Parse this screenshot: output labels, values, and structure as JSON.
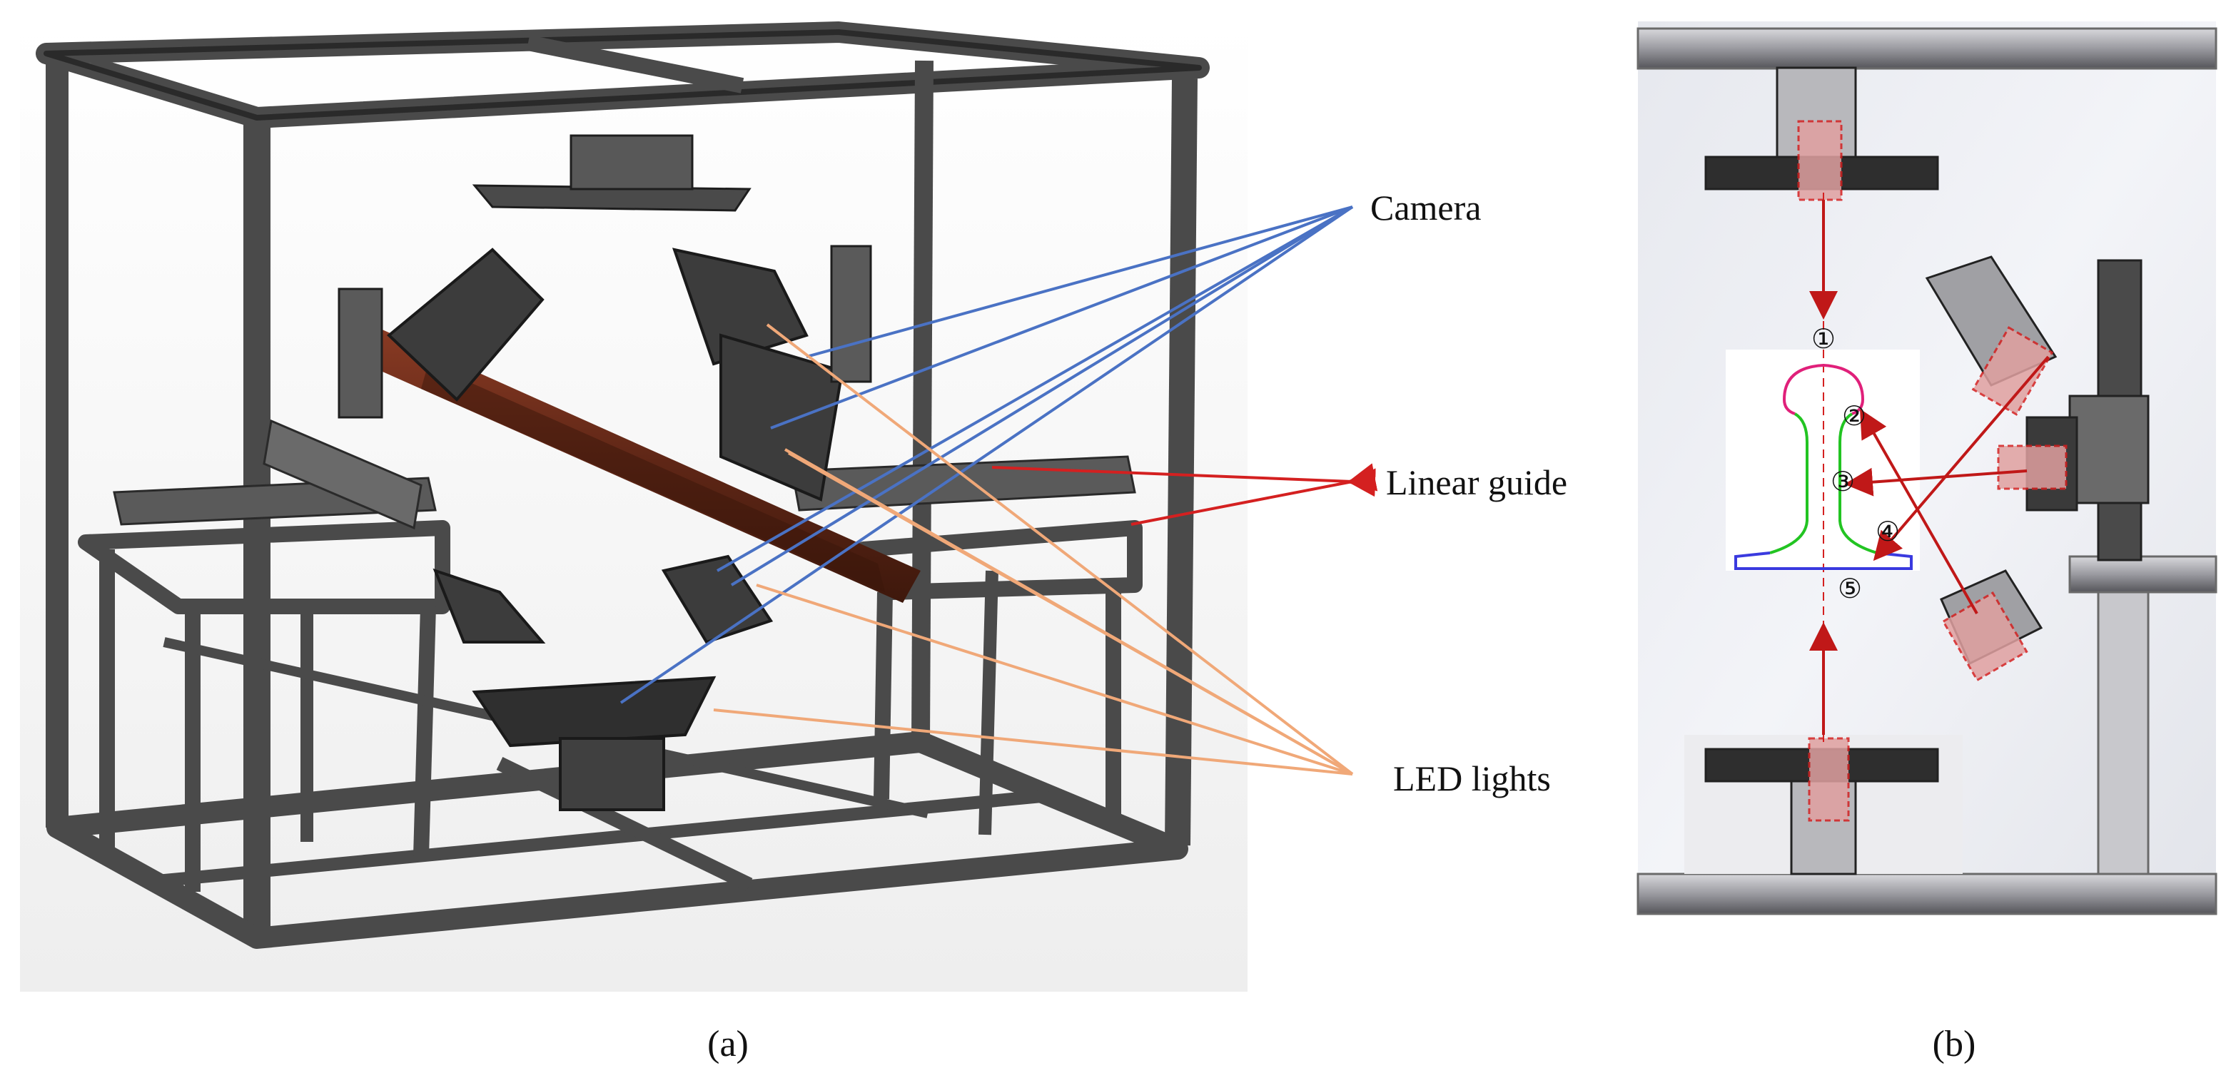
{
  "panel_a": {
    "labels": {
      "camera": "Camera",
      "linear_guide": "Linear guide",
      "led_lights": "LED lights"
    },
    "caption": "(a)",
    "colors": {
      "camera_lines": "#4a72c4",
      "guide_lines": "#d42020",
      "led_lines": "#f0a878",
      "frame": "#4a4a4a",
      "rail": "#6b2e1e"
    }
  },
  "panel_b": {
    "caption": "(b)",
    "markers": [
      "①",
      "②",
      "③",
      "④",
      "⑤"
    ],
    "colors": {
      "arrows": "#c01818",
      "box": "#e05050",
      "head_profile": "#e0207a",
      "web_profile": "#22c422",
      "base_profile": "#3a3adf"
    }
  }
}
